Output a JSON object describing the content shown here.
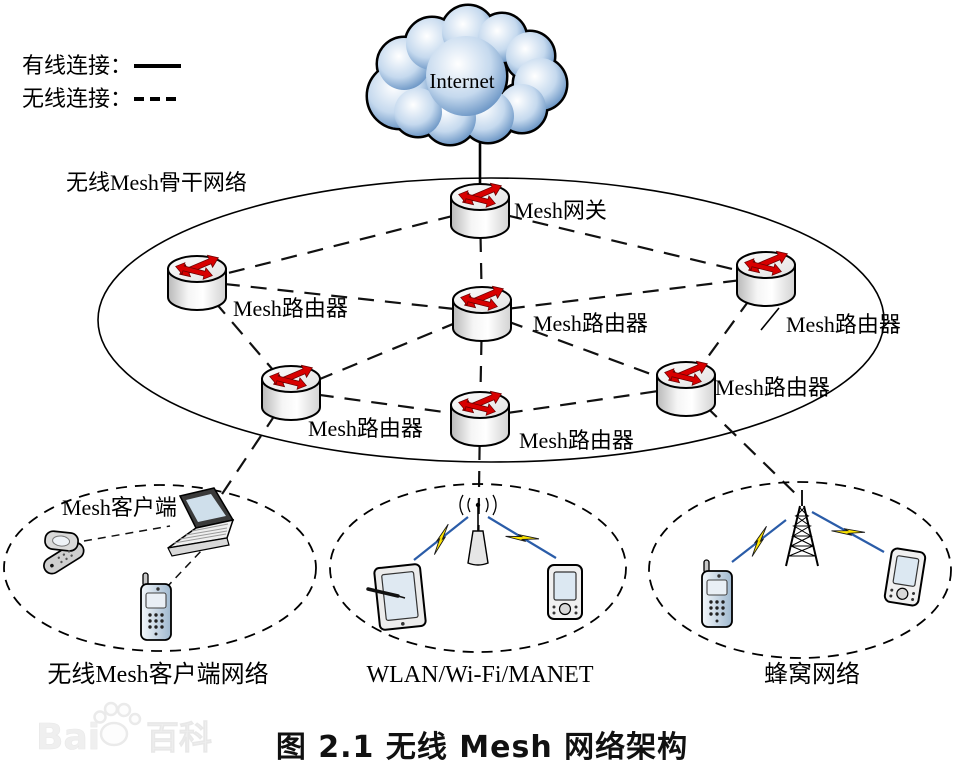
{
  "legend": {
    "wired_label": "有线连接：",
    "wireless_label": "无线连接："
  },
  "cloud": {
    "label": "Internet"
  },
  "backbone": {
    "label": "无线Mesh骨干网络",
    "gateway": {
      "label": "Mesh网关"
    },
    "routers": [
      {
        "id": "left",
        "label": "Mesh路由器"
      },
      {
        "id": "center",
        "label": "Mesh路由器"
      },
      {
        "id": "right-top",
        "label": "Mesh路由器"
      },
      {
        "id": "bottom-left",
        "label": "Mesh路由器"
      },
      {
        "id": "bottom-center",
        "label": "Mesh路由器"
      },
      {
        "id": "right-middle",
        "label": "Mesh路由器"
      }
    ]
  },
  "client_networks": {
    "mesh_client": {
      "device_area_label": "Mesh客户端",
      "label": "无线Mesh客户端网络"
    },
    "wlan": {
      "label": "WLAN/Wi-Fi/MANET"
    },
    "cellular": {
      "label": "蜂窝网络"
    }
  },
  "caption": "图 2.1  无线 Mesh 网络架构",
  "watermark": {
    "text_latin": "Bai",
    "text_cjk": "百科"
  },
  "colors": {
    "arrow_red": "#d80000",
    "bolt_yellow": "#ffe600",
    "link_blue": "#2a5ca8",
    "cloud_deep": "#5585bb",
    "cloud_mid": "#c5d9ee",
    "cloud_light": "#ffffff"
  }
}
